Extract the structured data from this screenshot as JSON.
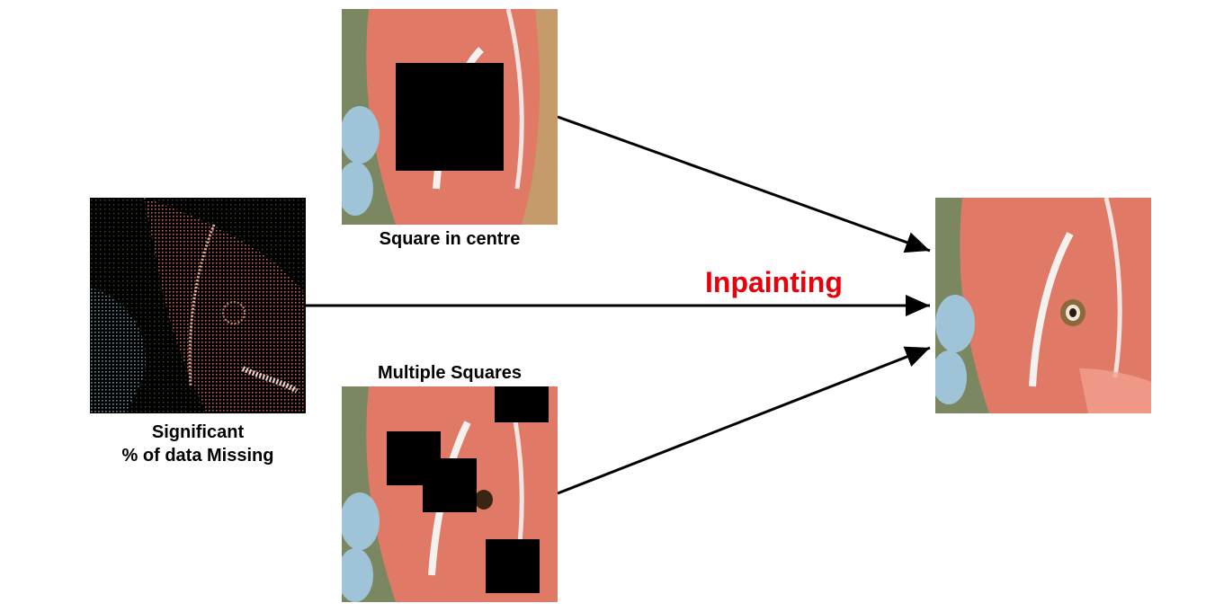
{
  "labels": {
    "square_in_centre": "Square in centre",
    "multiple_squares": "Multiple Squares",
    "missing_line1": "Significant",
    "missing_line2": "% of data Missing",
    "process": "Inpainting"
  },
  "colors": {
    "fish_body": "#e07a66",
    "background": "#7a8760",
    "fin": "#9fc4d8",
    "stripe": "#f4f1ee",
    "mask": "#000000",
    "title": "#e8000b"
  },
  "icons": {
    "arrow": "arrow-right-icon"
  }
}
